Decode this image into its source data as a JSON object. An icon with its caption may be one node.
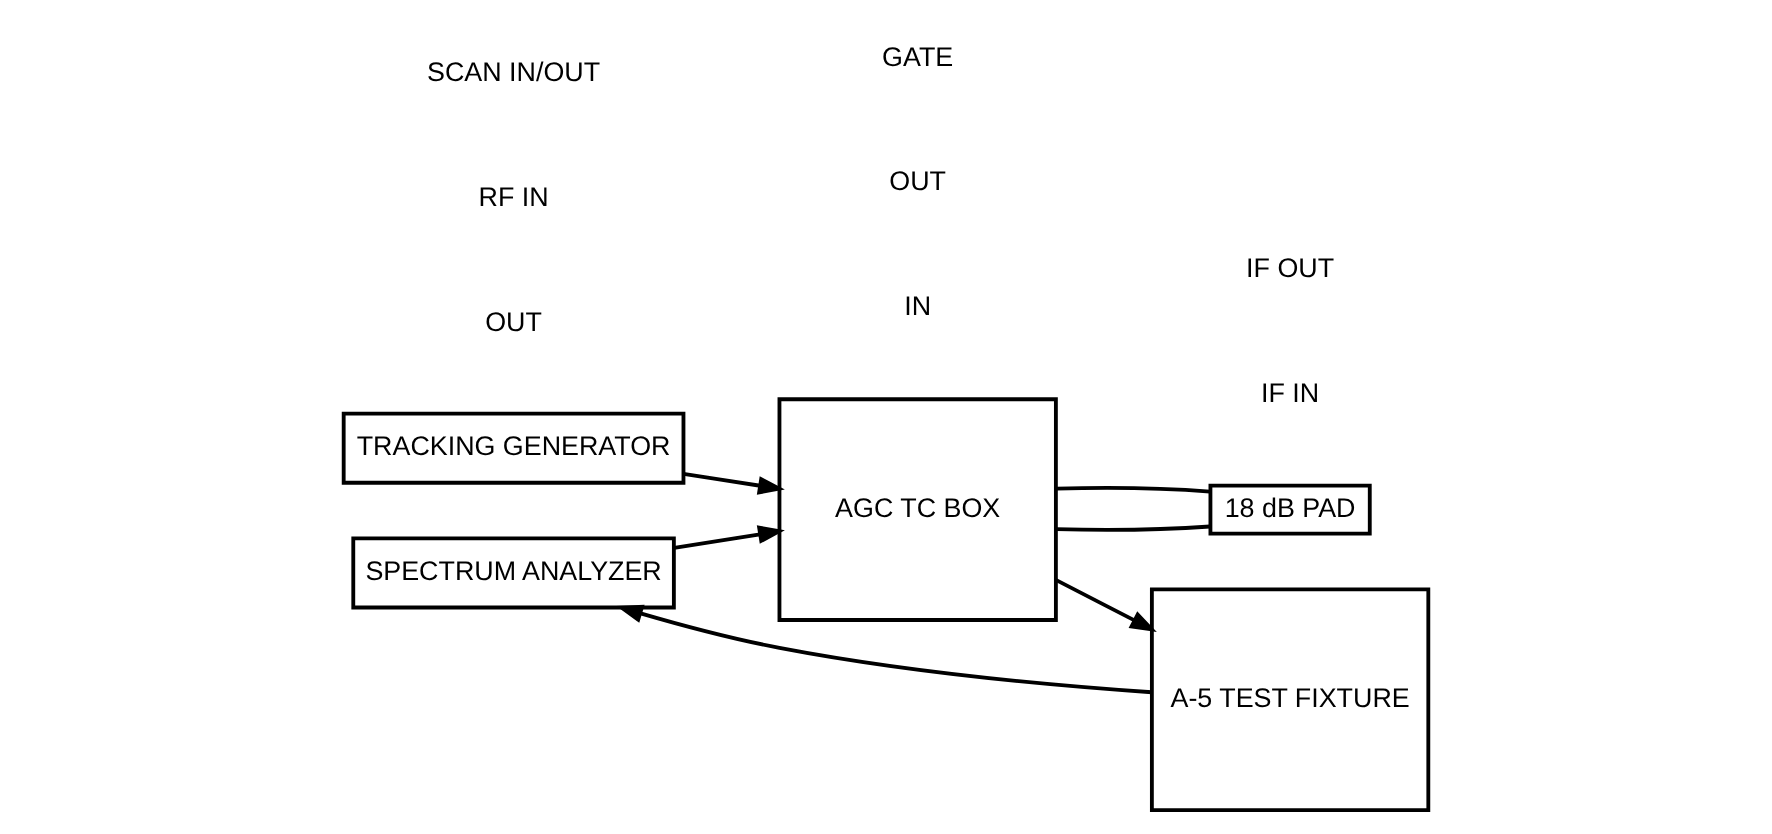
{
  "diagram": {
    "nodes": [
      {
        "text": [
          "TRACKING GENERATOR"
        ]
      },
      {
        "text": [
          "SPECTRUM ANALYZER"
        ]
      },
      {
        "text": [
          "AGC TC BOX"
        ]
      },
      {
        "text": [
          "18 dB PAD"
        ]
      },
      {
        "text": [
          "A-5 TEST FIXTURE"
        ]
      }
    ],
    "edges": [
      {
        "from": 0,
        "to": 2,
        "arrow": "to"
      },
      {
        "from": 2,
        "to": 3,
        "arrow": "none"
      },
      {
        "from": 3,
        "to": 2,
        "arrow": "none"
      },
      {
        "from": 2,
        "to": 4,
        "arrow": "to"
      },
      {
        "from": 1,
        "to": 2,
        "arrow": "to"
      },
      {
        "from": 4,
        "to": 1,
        "arrow": "to"
      }
    ],
    "labels": [
      "OUT",
      "IN",
      "OUT",
      "IF IN",
      "RF IN",
      "SCAN IN/OUT",
      "GATE",
      "IF OUT"
    ]
  }
}
